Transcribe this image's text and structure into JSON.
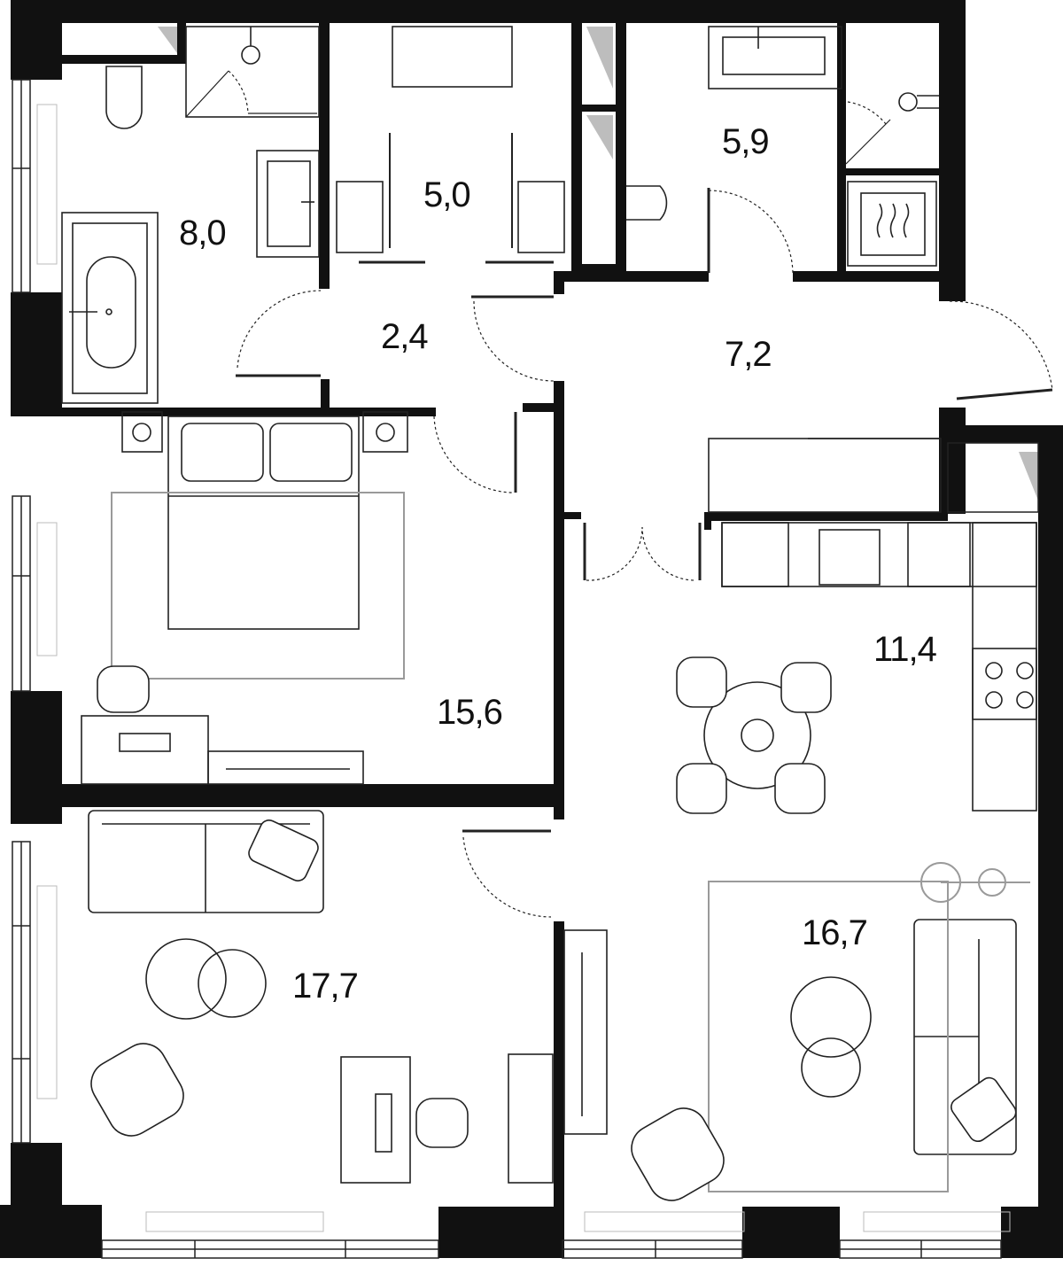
{
  "rooms": [
    {
      "id": "bathroom-1",
      "area": "8,0"
    },
    {
      "id": "wardrobe",
      "area": "5,0"
    },
    {
      "id": "bathroom-2",
      "area": "5,9"
    },
    {
      "id": "corridor",
      "area": "2,4"
    },
    {
      "id": "hall",
      "area": "7,2"
    },
    {
      "id": "kitchen",
      "area": "11,4"
    },
    {
      "id": "bedroom",
      "area": "15,6"
    },
    {
      "id": "room-left",
      "area": "17,7"
    },
    {
      "id": "living-room",
      "area": "16,7"
    }
  ],
  "colors": {
    "wall": "#111111",
    "line": "#222222",
    "thin": "#9a9a9a",
    "background": "#ffffff"
  }
}
